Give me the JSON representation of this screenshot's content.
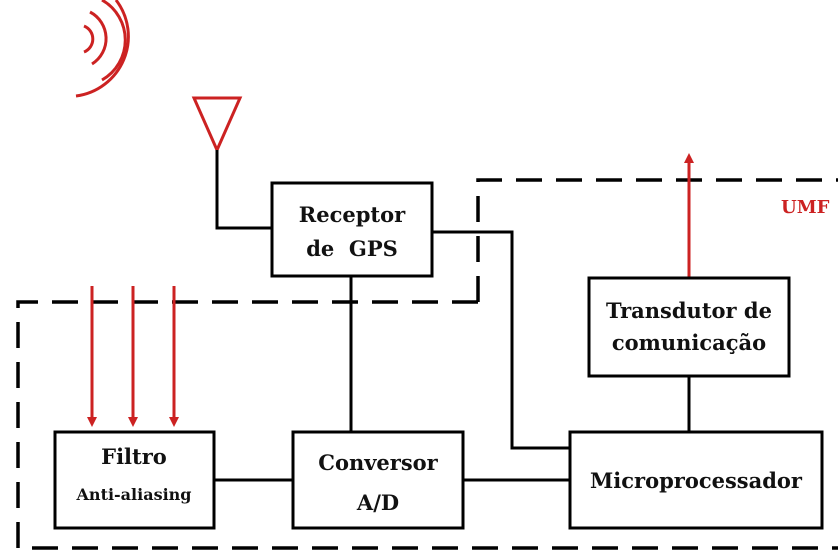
{
  "diagram": {
    "colors": {
      "signal_red": "#cc2222",
      "line_black": "#000000"
    },
    "region_label": "UMF",
    "blocks": {
      "receptor_gps": {
        "line1": "Receptor",
        "line2": "de  GPS"
      },
      "filtro": {
        "line1": "Filtro",
        "line2": "Anti-aliasing"
      },
      "conversor": {
        "line1": "Conversor",
        "line2": "A/D"
      },
      "microprocessador": {
        "line1": "Microprocessador"
      },
      "transdutor": {
        "line1": "Transdutor de",
        "line2": "comunicação"
      }
    },
    "icons": {
      "antenna": "antenna-icon",
      "signal_waves": "signal-waves-icon"
    }
  }
}
